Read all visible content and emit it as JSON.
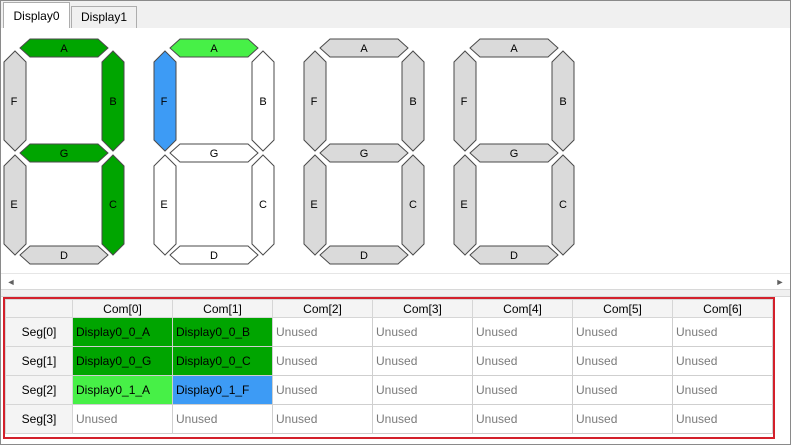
{
  "tabs": [
    {
      "label": "Display0",
      "active": true
    },
    {
      "label": "Display1",
      "active": false
    }
  ],
  "colors": {
    "dark_green": "#00a500",
    "light_green": "#47f047",
    "blue": "#3d9bf5",
    "off_gray": "#dadada",
    "empty_white": "#ffffff"
  },
  "digits": [
    {
      "segments": {
        "A": "dark_green",
        "B": "dark_green",
        "C": "dark_green",
        "D": "off_gray",
        "E": "off_gray",
        "F": "off_gray",
        "G": "dark_green"
      }
    },
    {
      "segments": {
        "A": "light_green",
        "B": "empty_white",
        "C": "empty_white",
        "D": "empty_white",
        "E": "empty_white",
        "F": "blue",
        "G": "empty_white"
      }
    },
    {
      "segments": {
        "A": "off_gray",
        "B": "off_gray",
        "C": "off_gray",
        "D": "off_gray",
        "E": "off_gray",
        "F": "off_gray",
        "G": "off_gray"
      }
    },
    {
      "segments": {
        "A": "off_gray",
        "B": "off_gray",
        "C": "off_gray",
        "D": "off_gray",
        "E": "off_gray",
        "F": "off_gray",
        "G": "off_gray"
      }
    }
  ],
  "segment_labels": {
    "A": "A",
    "B": "B",
    "C": "C",
    "D": "D",
    "E": "E",
    "F": "F",
    "G": "G"
  },
  "grid": {
    "columns": [
      "Com[0]",
      "Com[1]",
      "Com[2]",
      "Com[3]",
      "Com[4]",
      "Com[5]",
      "Com[6]"
    ],
    "rows": [
      {
        "header": "Seg[0]",
        "cells": [
          {
            "text": "Display0_0_A",
            "color": "dark_green"
          },
          {
            "text": "Display0_0_B",
            "color": "dark_green"
          },
          {
            "text": "Unused"
          },
          {
            "text": "Unused"
          },
          {
            "text": "Unused"
          },
          {
            "text": "Unused"
          },
          {
            "text": "Unused"
          }
        ]
      },
      {
        "header": "Seg[1]",
        "cells": [
          {
            "text": "Display0_0_G",
            "color": "dark_green"
          },
          {
            "text": "Display0_0_C",
            "color": "dark_green"
          },
          {
            "text": "Unused"
          },
          {
            "text": "Unused"
          },
          {
            "text": "Unused"
          },
          {
            "text": "Unused"
          },
          {
            "text": "Unused"
          }
        ]
      },
      {
        "header": "Seg[2]",
        "cells": [
          {
            "text": "Display0_1_A",
            "color": "light_green"
          },
          {
            "text": "Display0_1_F",
            "color": "blue"
          },
          {
            "text": "Unused"
          },
          {
            "text": "Unused"
          },
          {
            "text": "Unused"
          },
          {
            "text": "Unused"
          },
          {
            "text": "Unused"
          }
        ]
      },
      {
        "header": "Seg[3]",
        "cells": [
          {
            "text": "Unused"
          },
          {
            "text": "Unused"
          },
          {
            "text": "Unused"
          },
          {
            "text": "Unused"
          },
          {
            "text": "Unused"
          },
          {
            "text": "Unused"
          },
          {
            "text": "Unused"
          }
        ]
      }
    ]
  },
  "scrollbar": {
    "left_arrow": "◄",
    "right_arrow": "►"
  }
}
